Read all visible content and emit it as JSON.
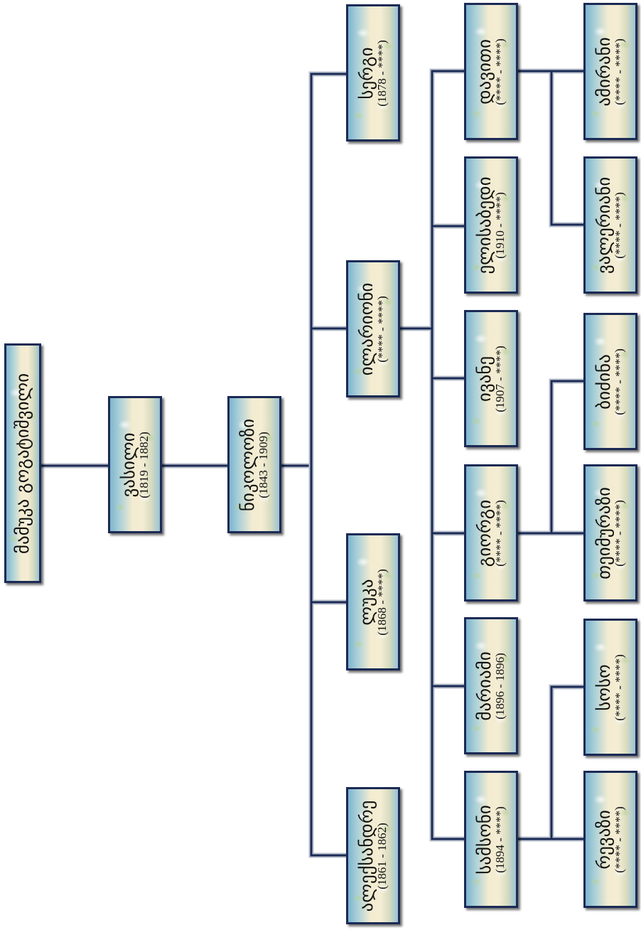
{
  "colors": {
    "line": "#1b2a55",
    "border": "#1b2a55"
  },
  "persons": {
    "root": {
      "name": "მამუკა გოგატიშვილი",
      "dates": ""
    },
    "p1": {
      "name": "ვასილი",
      "dates": "(1819 - 1882)"
    },
    "p2": {
      "name": "ნიკოლოზი",
      "dates": "(1843 - 1909)"
    },
    "c1": {
      "name": "სერგი",
      "dates": "(1878 - ****)"
    },
    "c2": {
      "name": "ილარიონი",
      "dates": "(**** - ****)"
    },
    "c3": {
      "name": "ლუკა",
      "dates": "(1868 - ****)"
    },
    "c4": {
      "name": "ალექსანდრე",
      "dates": "(1861 - 1862)"
    },
    "g1": {
      "name": "დავითი",
      "dates": "(**** - ****)"
    },
    "g2": {
      "name": "ელისაბედი",
      "dates": "(1910 - ****)"
    },
    "g3": {
      "name": "ივანე",
      "dates": "(1907 - ****)"
    },
    "g4": {
      "name": "გიორგი",
      "dates": "(**** - ****)"
    },
    "g5": {
      "name": "მარიამი",
      "dates": "(1896 - 1896)"
    },
    "g6": {
      "name": "სამსონი",
      "dates": "(1894 - ****)"
    },
    "gg1": {
      "name": "ამირანი",
      "dates": "(**** - ****)"
    },
    "gg2": {
      "name": "ვალერიანი",
      "dates": "(**** - ****)"
    },
    "gg3": {
      "name": "ბიძინა",
      "dates": "(**** - ****)"
    },
    "gg4": {
      "name": "თეიმურაზი",
      "dates": "(**** - ****)"
    },
    "gg5": {
      "name": "სოსო",
      "dates": "(**** - ****)"
    },
    "gg6": {
      "name": "რევაზი",
      "dates": "(**** - ****)"
    }
  }
}
